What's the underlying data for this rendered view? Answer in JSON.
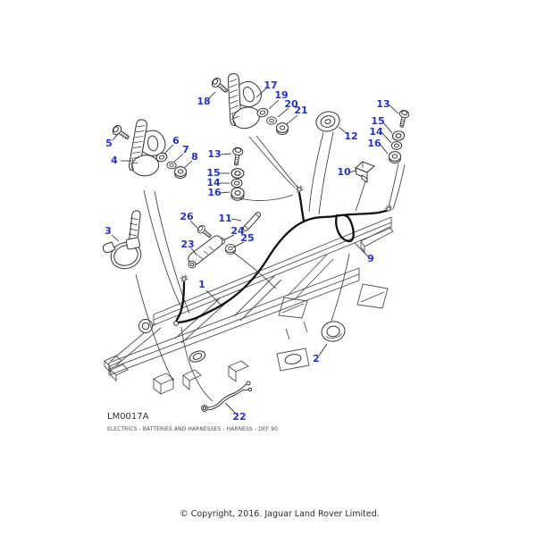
{
  "diagram": {
    "code": "LM0017A",
    "caption": "ELECTRICS - BATTERIES AND  HARNESSES - HARNESS - DEF 90",
    "callouts": {
      "c1": "1",
      "c2": "2",
      "c3": "3",
      "c4": "4",
      "c5": "5",
      "c6": "6",
      "c7": "7",
      "c8": "8",
      "c9": "9",
      "c10": "10",
      "c11": "11",
      "c12": "12",
      "c13_mid": "13",
      "c14_mid": "14",
      "c15_mid": "15",
      "c16_mid": "16",
      "c13_right": "13",
      "c14_right": "14",
      "c15_right": "15",
      "c16_right": "16",
      "c17": "17",
      "c18": "18",
      "c19": "19",
      "c20": "20",
      "c21": "21",
      "c22": "22",
      "c23": "23",
      "c24": "24",
      "c25": "25",
      "c26": "26"
    },
    "colors": {
      "callout_blue": "#2233cc",
      "line": "#3f3f3f"
    }
  },
  "footer": {
    "copyright": "© Copyright, 2016. Jaguar Land Rover Limited."
  }
}
